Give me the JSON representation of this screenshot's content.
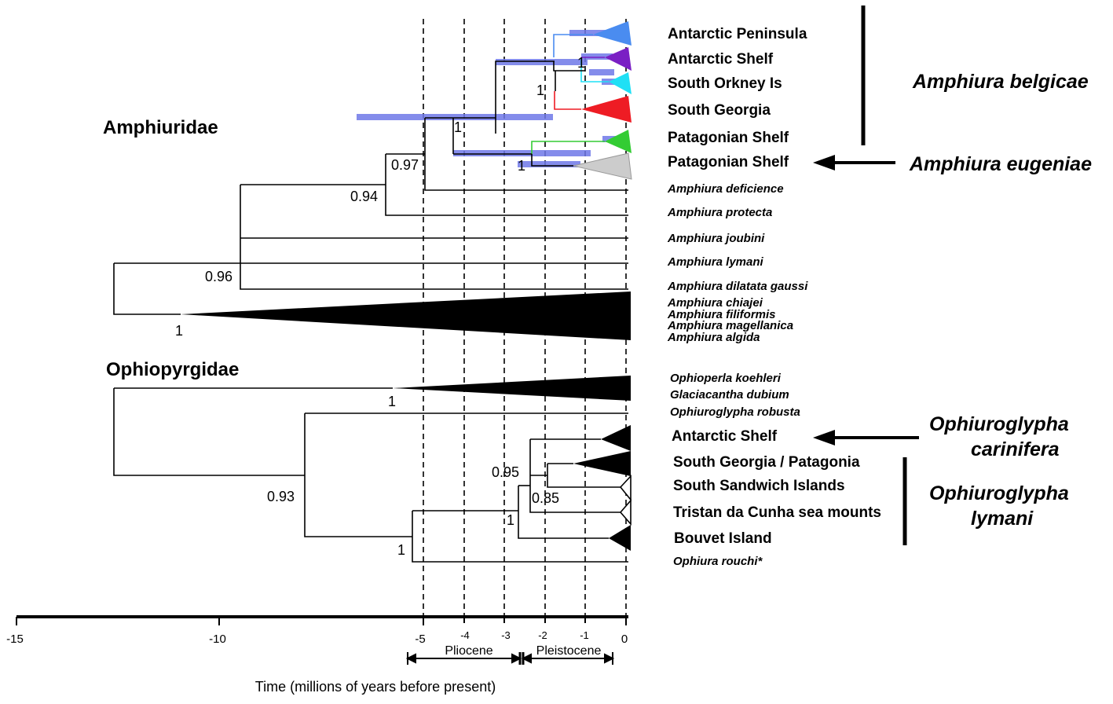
{
  "families": {
    "amphiuridae": "Amphiuridae",
    "ophiopyrgidae": "Ophiopyrgidae"
  },
  "tips": {
    "antarctic_peninsula": "Antarctic Peninsula",
    "antarctic_shelf_1": "Antarctic Shelf",
    "south_orkney": "South Orkney Is",
    "south_georgia": "South Georgia",
    "patagonian_shelf_1": "Patagonian Shelf",
    "patagonian_shelf_2": "Patagonian Shelf",
    "deficience": "Amphiura deficience",
    "protecta": "Amphiura protecta",
    "joubini": "Amphiura joubini",
    "lymani_amph": "Amphiura lymani",
    "dilatata": "Amphiura dilatata gaussi",
    "chiajei": "Amphiura chiajei",
    "filiformis": "Amphiura filiformis",
    "magellanica": "Amphiura magellanica",
    "algida": "Amphiura algida",
    "ophioperla": "Ophioperla koehleri",
    "glaciacantha": "Glaciacantha dubium",
    "ophiuroglypha_robusta": "Ophiuroglypha robusta",
    "antarctic_shelf_2": "Antarctic Shelf",
    "sg_patagonia": "South Georgia / Patagonia",
    "south_sandwich": "South Sandwich Islands",
    "tristan": "Tristan da Cunha sea mounts",
    "bouvet": "Bouvet Island",
    "ophiura_rouchi": "Ophiura rouchi*"
  },
  "species_groups": {
    "belgicae": "Amphiura belgicae",
    "eugeniae": "Amphiura eugeniae",
    "carinifera_1": "Ophiuroglypha",
    "carinifera_2": "carinifera",
    "lymani_1": "Ophiuroglypha",
    "lymani_2": "lymani"
  },
  "supports": {
    "s_ap_1": "1",
    "s_ap_2": "1",
    "s_ap_3": "1",
    "s_ap_4": "1",
    "s_097": "0.97",
    "s_094": "0.94",
    "s_096": "0.96",
    "s_amph_clade": "1",
    "s_ophio_clade": "1",
    "s_093": "0.93",
    "s_095": "0.95",
    "s_085": "0.85",
    "s_op_1": "1",
    "s_op_2": "1"
  },
  "axis": {
    "ticks": [
      "-15",
      "-10",
      "-5",
      "-4",
      "-3",
      "-2",
      "-1",
      "0"
    ],
    "title": "Time (millions of years before present)",
    "epoch_pliocene": "Pliocene",
    "epoch_pleistocene": "Pleistocene"
  },
  "colors": {
    "blue_clade": "#4a8cf0",
    "purple_clade": "#7a1fc4",
    "cyan_clade": "#1fe0f5",
    "red_clade": "#ee1c24",
    "green_clade": "#33cc33",
    "grey_clade": "#cccccc",
    "hpd_bar": "#6f78e8"
  }
}
